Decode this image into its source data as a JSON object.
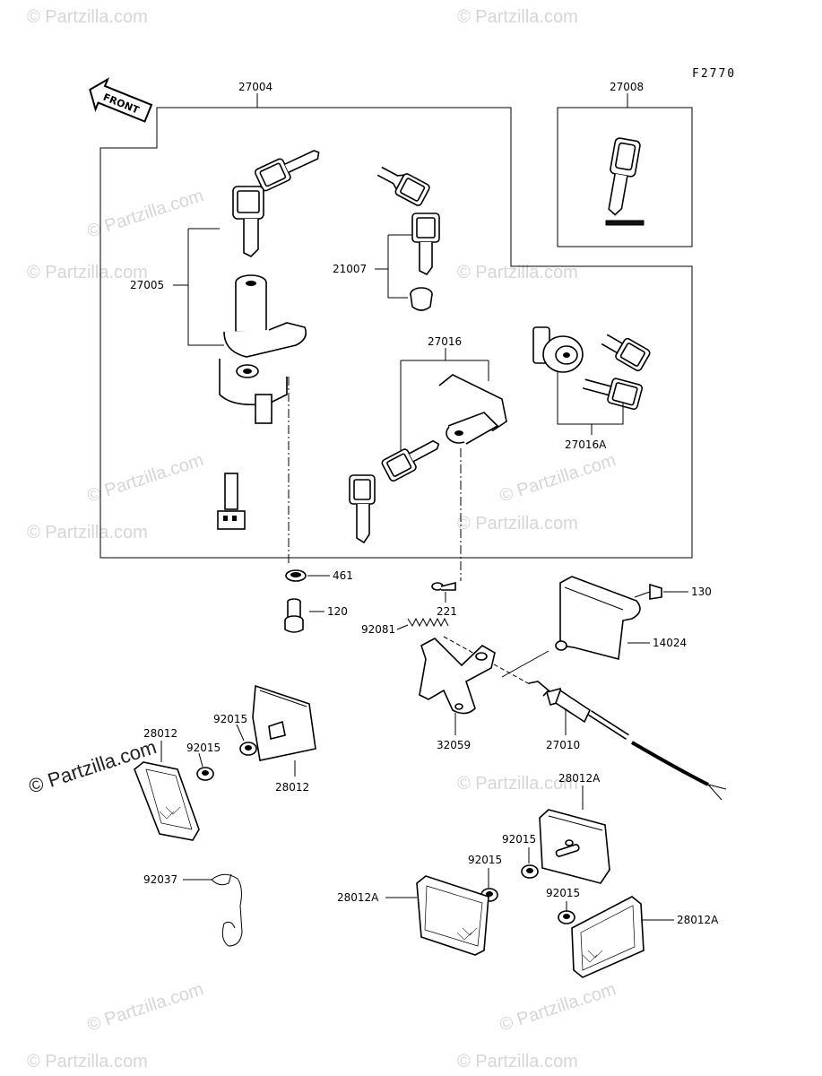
{
  "diagram_code": "F2770",
  "front_label": "FRONT",
  "watermark": "© Partzilla.com",
  "parts": {
    "p27004": "27004",
    "p27008": "27008",
    "p27005": "27005",
    "p21007": "21007",
    "p27016": "27016",
    "p27016A": "27016A",
    "p461": "461",
    "p120": "120",
    "p221": "221",
    "p130": "130",
    "p92081": "92081",
    "p14024": "14024",
    "p32059": "32059",
    "p27010": "27010",
    "p92015_a": "92015",
    "p92015_b": "92015",
    "p28012_a": "28012",
    "p28012_b": "28012",
    "p28012A_top": "28012A",
    "p92015_c": "92015",
    "p92015_d": "92015",
    "p92015_e": "92015",
    "p28012A_left": "28012A",
    "p28012A_right": "28012A",
    "p92037": "92037"
  }
}
